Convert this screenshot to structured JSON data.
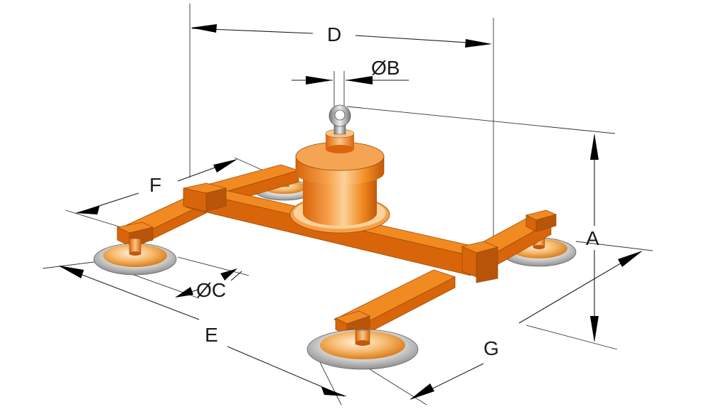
{
  "diagram": {
    "labels": {
      "d": "D",
      "b": "ØB",
      "f": "F",
      "a": "A",
      "c": "ØC",
      "e": "E",
      "g": "G"
    },
    "colors": {
      "beam": "#f28a22",
      "beam_shadow": "#d9650a",
      "pad_metal": "#c8c8c8",
      "pad_gold": "#f5b56a",
      "line": "#1a1a1a"
    }
  }
}
